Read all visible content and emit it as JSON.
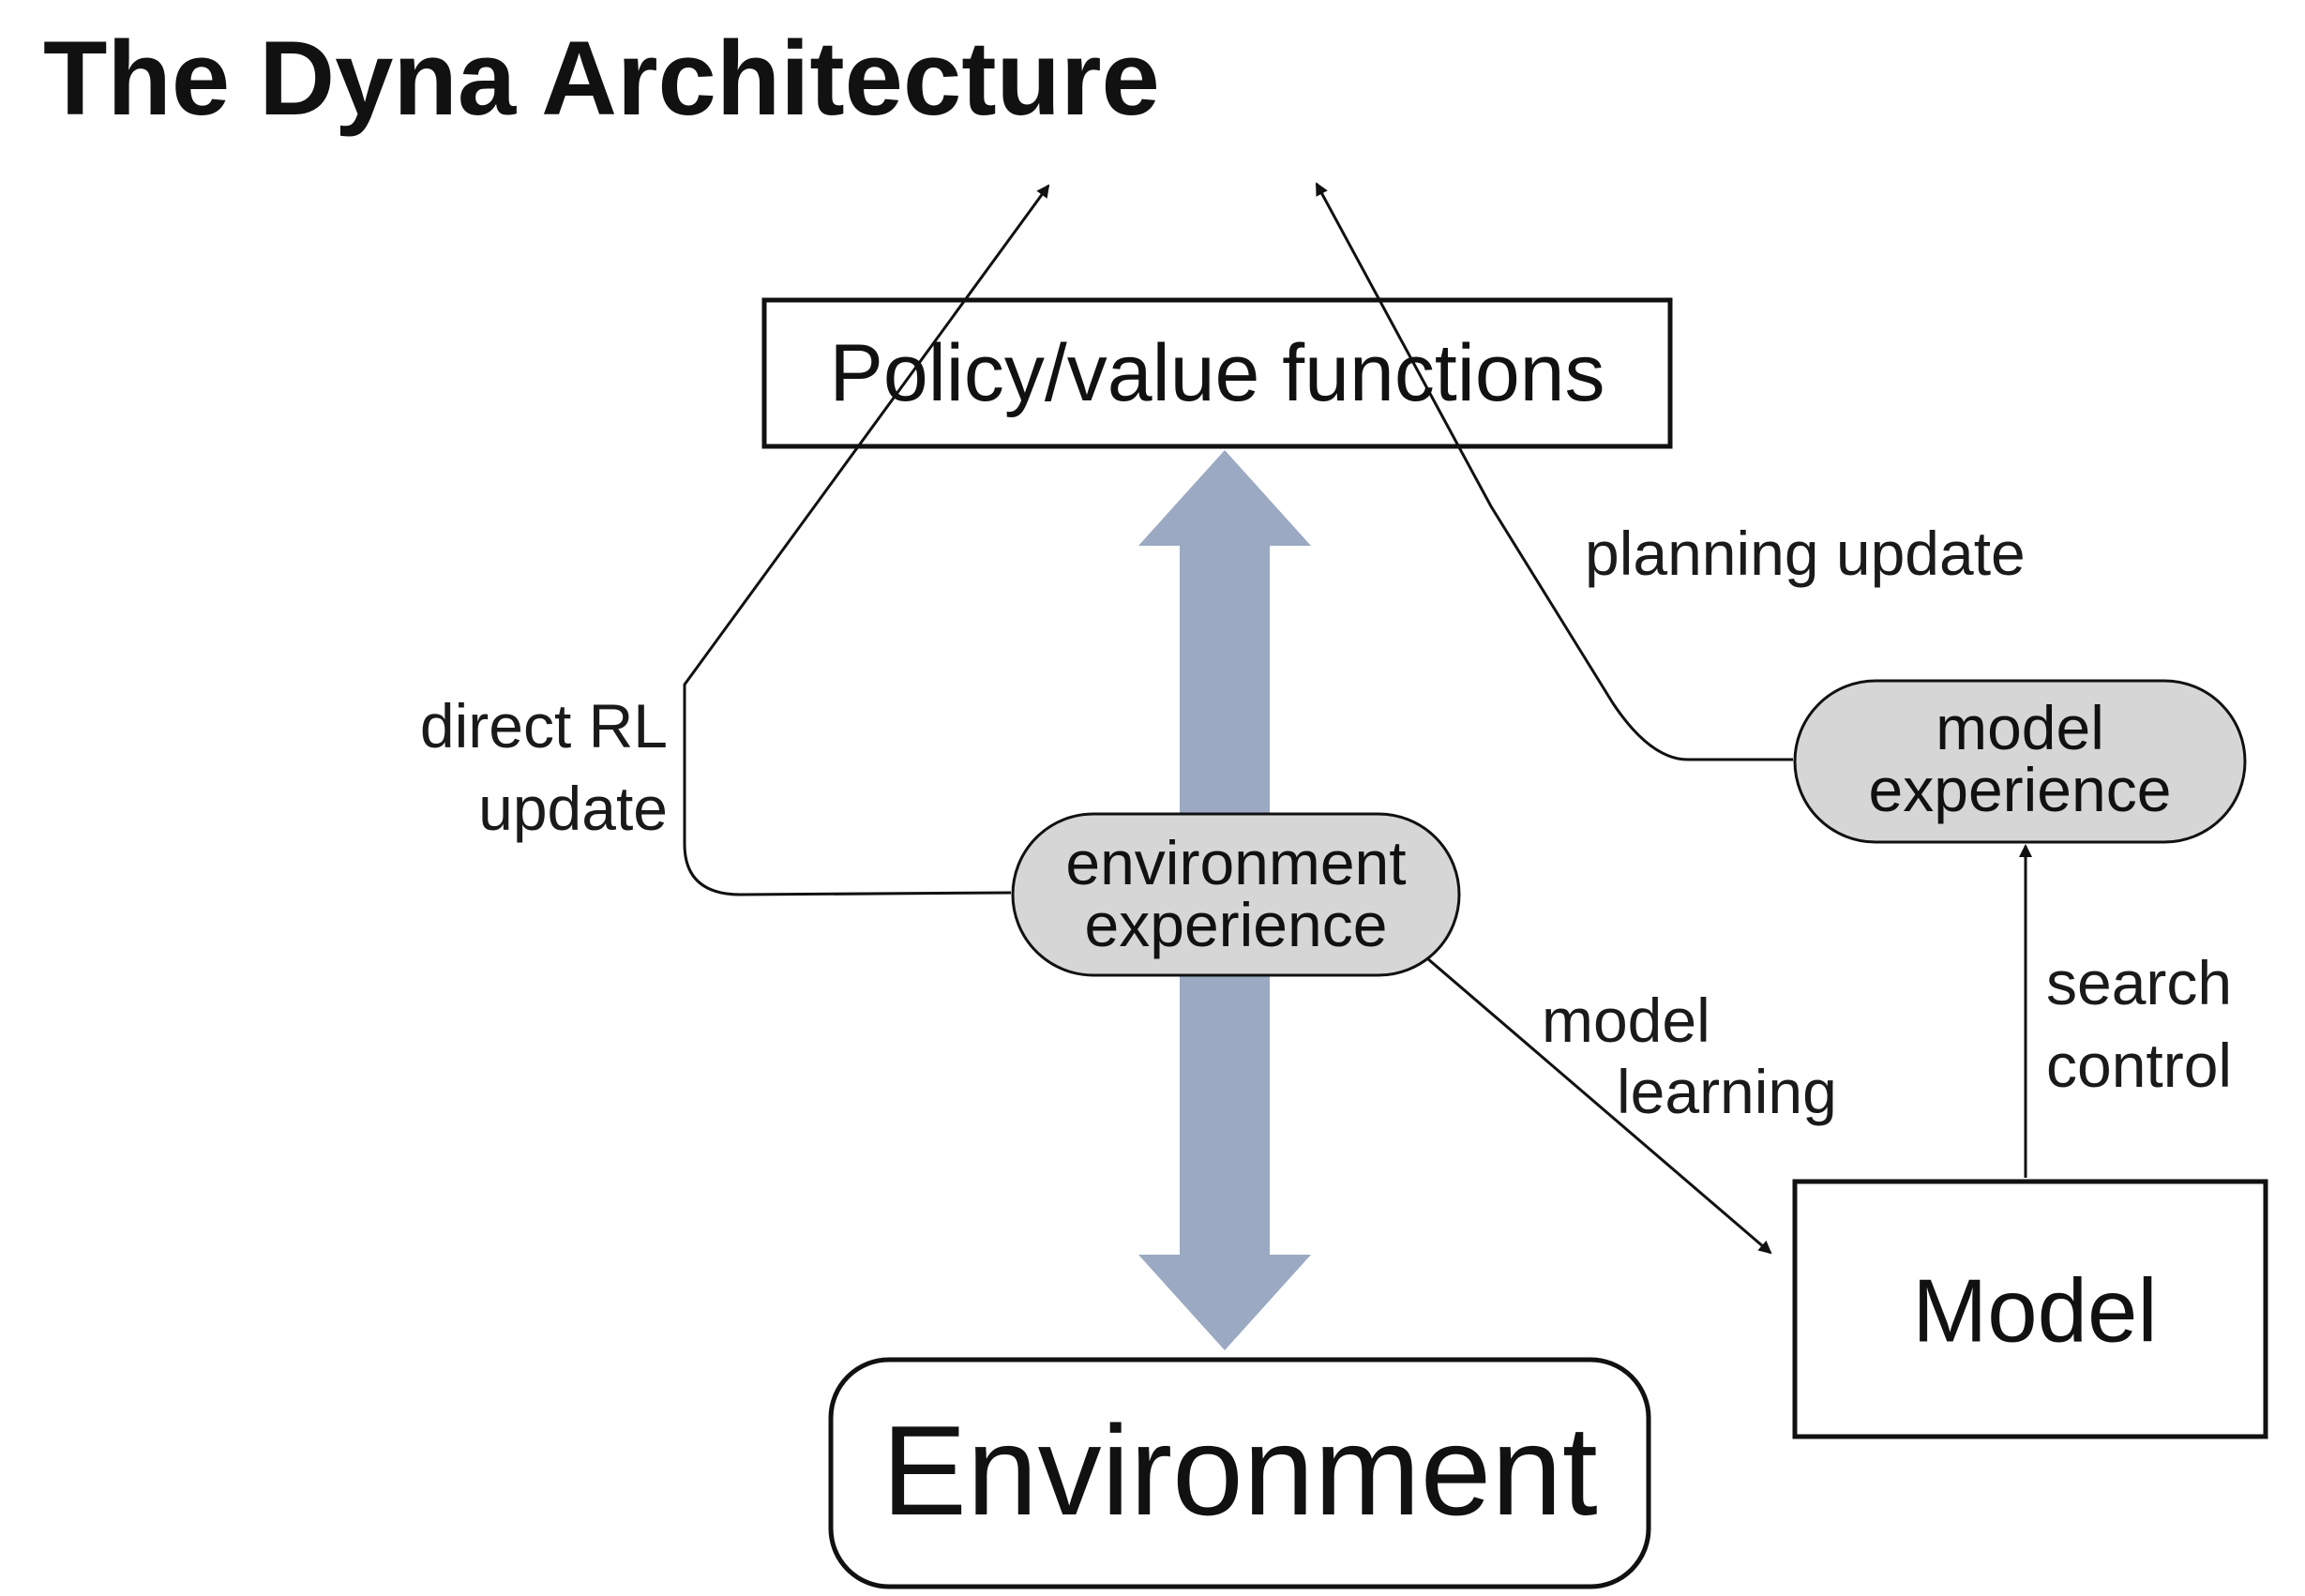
{
  "title": "The Dyna Architecture",
  "nodes": {
    "policy": "Policy/value functions",
    "environment": "Environment",
    "model": "Model",
    "env_experience": [
      "environment",
      "experience"
    ],
    "model_experience": [
      "model",
      "experience"
    ]
  },
  "edges": {
    "direct_rl": [
      "direct RL",
      "update"
    ],
    "planning": "planning update",
    "model_learning": [
      "model",
      "learning"
    ],
    "search_control": [
      "search",
      "control"
    ]
  },
  "colors": {
    "big_arrow": "#9ba9c2",
    "experience_fill": "#d6d6d6",
    "stroke": "#111111"
  }
}
